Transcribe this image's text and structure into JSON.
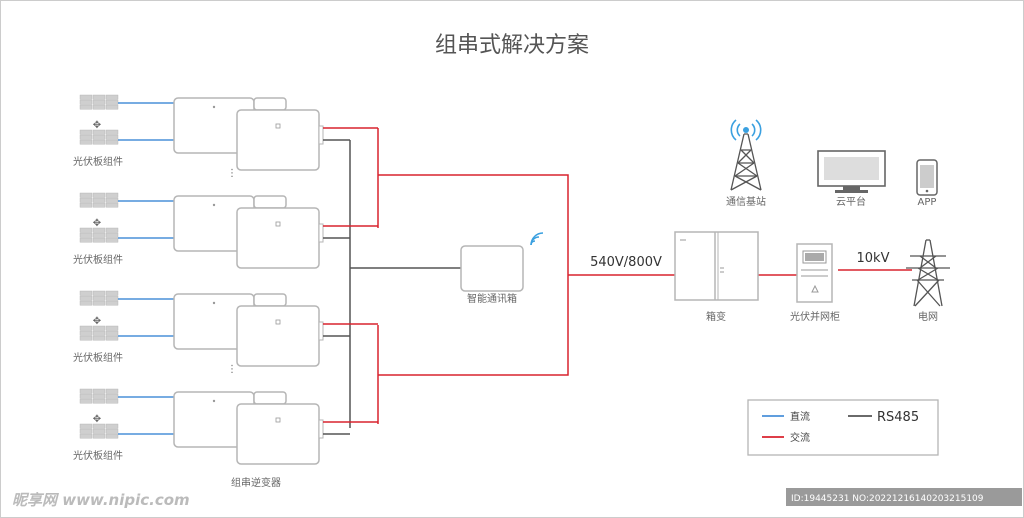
{
  "title": "组串式解决方案",
  "pv_label": "光伏板组件",
  "inverter_label": "组串逆变器",
  "comm_box_label": "智能通讯箱",
  "voltage_ac": "540V/800V",
  "voltage_grid": "10kV",
  "transformer_label": "箱变",
  "grid_cabinet_label": "光伏并网柜",
  "grid_label": "电网",
  "tower_label": "通信基站",
  "cloud_label": "云平台",
  "app_label": "APP",
  "legend": {
    "dc": "直流",
    "ac": "交流",
    "rs485": "RS485"
  },
  "colors": {
    "dc": "#4a90d9",
    "ac": "#d9232e",
    "rs485": "#555555",
    "equipment": "#b5b5b5"
  },
  "watermark": {
    "brand": "昵享网 www.nipic.com",
    "id": "ID:19445231 NO:20221216140203215109"
  }
}
